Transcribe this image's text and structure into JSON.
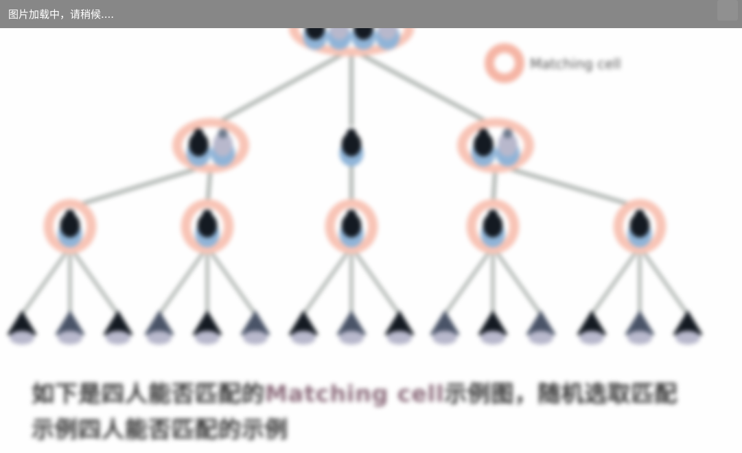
{
  "loading_bar": {
    "text": "图片加载中，请稍候...."
  },
  "diagram": {
    "legend": {
      "marker_color": "#f5b5a5",
      "label": "Matching cell"
    },
    "colors": {
      "highlight_ring": "#f8c4b6",
      "edge": "#aeb4b0",
      "person_dark": "#141a22",
      "person_blue": "#8fb4d8",
      "person_light": "#b8b8cc"
    },
    "tree": {
      "root": {
        "label": "top",
        "group_size": 4,
        "highlighted": true
      },
      "level2": [
        {
          "label": "left",
          "group_size": 2,
          "highlighted": true
        },
        {
          "label": "center",
          "group_size": 1,
          "highlighted": false
        },
        {
          "label": "right",
          "group_size": 2,
          "highlighted": true
        }
      ],
      "level3": [
        {
          "parent": 0,
          "highlighted": true
        },
        {
          "parent": 0,
          "highlighted": true
        },
        {
          "parent": 1,
          "highlighted": true
        },
        {
          "parent": 2,
          "highlighted": true
        },
        {
          "parent": 2,
          "highlighted": true
        }
      ],
      "leaves_per_level3": 3
    }
  },
  "caption": {
    "line1_before": "如下是四人能否匹配的",
    "line1_highlight": "Matching cell",
    "line1_after": "示例图，",
    "line1_tail": "随机选取匹配",
    "line2": "示例四人能否匹配的示例"
  }
}
